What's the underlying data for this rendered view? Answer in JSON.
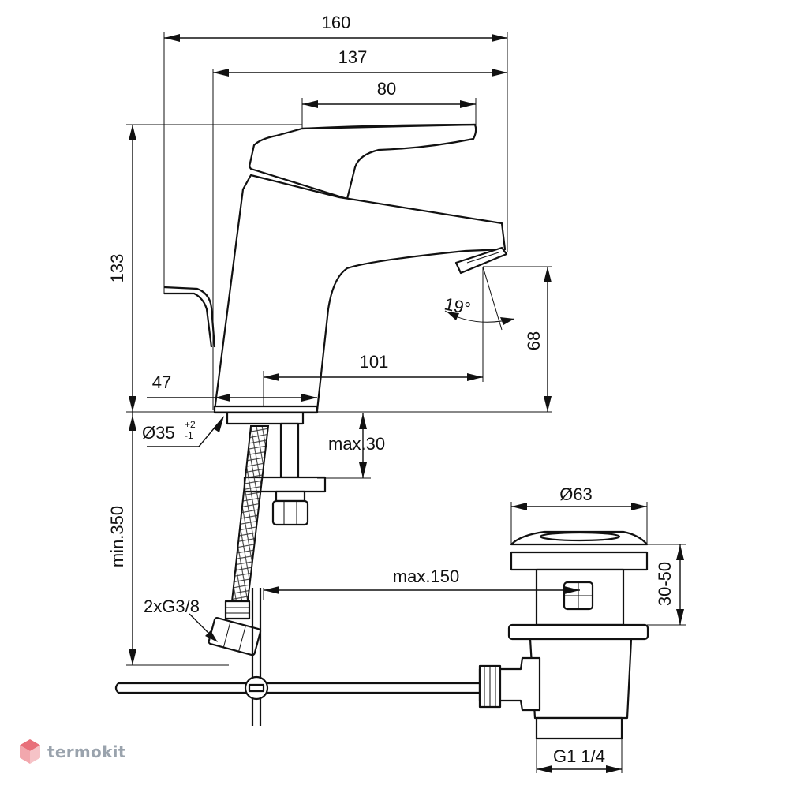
{
  "dimensions": {
    "total_length": "160",
    "spout_reach": "137",
    "lever_length": "80",
    "total_height": "133",
    "outlet_height": "68",
    "spout_projection": "101",
    "base_offset": "47",
    "hole_diameter": "Ø35",
    "hole_tol_plus": "+2",
    "hole_tol_minus": "-1",
    "spray_angle": "19°",
    "max_thickness": "max.30",
    "min_hose": "min.350",
    "max_rod": "max.150",
    "connection": "2xG3/8",
    "waste_diameter": "Ø63",
    "waste_height": "30-50",
    "waste_thread": "G1 1/4"
  },
  "watermark": {
    "text": "termokit",
    "color": "#9aa3ad",
    "accent_top": "#e8707a",
    "accent_bottom": "#f2a7ad"
  }
}
